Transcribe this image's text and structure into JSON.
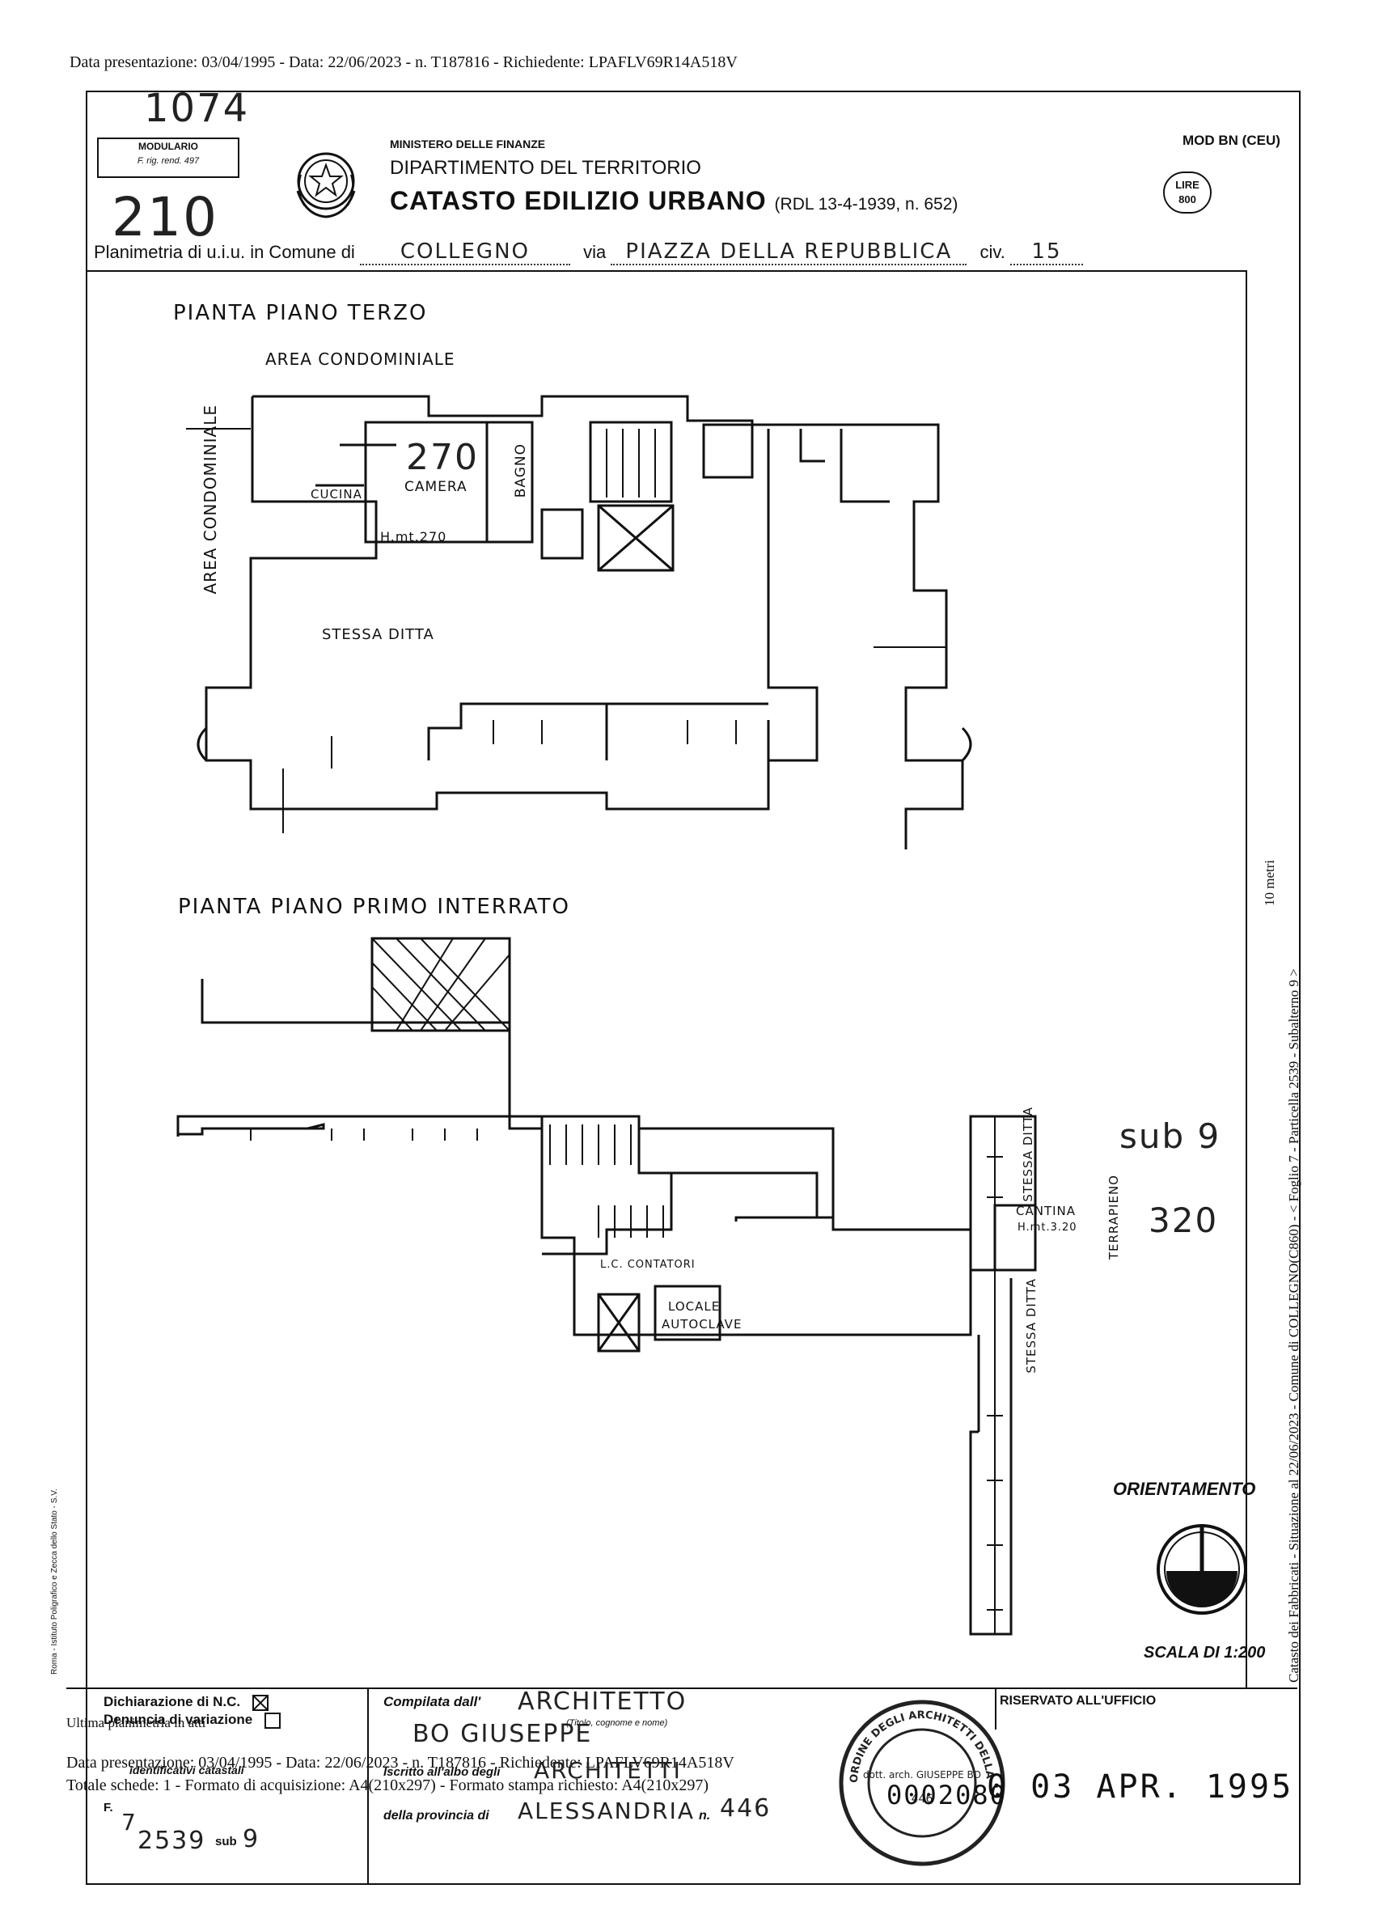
{
  "header": {
    "top_line": "Data presentazione: 03/04/1995 - Data: 22/06/2023 - n. T187816 - Richiedente: LPAFLV69R14A518V",
    "handwritten_number_top": "1074",
    "handwritten_number": "210",
    "modulario": "MODULARIO",
    "modulario_sub": "F. rig. rend. 497",
    "ministero": "MINISTERO DELLE FINANZE",
    "dipartimento": "DIPARTIMENTO DEL TERRITORIO",
    "catasto": "CATASTO EDILIZIO URBANO",
    "catasto_ref": "(RDL 13-4-1939, n. 652)",
    "mod": "MOD BN (CEU)",
    "lire_label": "LIRE",
    "lire_value": "800"
  },
  "planimetria": {
    "prefix": "Planimetria di u.i.u. in Comune di",
    "comune": "COLLEGNO",
    "via_label": "via",
    "via": "PIAZZA DELLA REPUBBLICA",
    "civ_label": "civ.",
    "civ": "15"
  },
  "plan_terzo": {
    "title": "PIANTA PIANO TERZO",
    "area_top": "AREA CONDOMINIALE",
    "area_left": "AREA CONDOMINIALE",
    "height_note": "270",
    "rooms": [
      "CUCINA",
      "CAMERA",
      "BAGNO"
    ],
    "height_label": "H.mt.270",
    "stessa": "STESSA DITTA"
  },
  "plan_interrato": {
    "title": "PIANTA PIANO PRIMO INTERRATO",
    "sub_note": "sub 9",
    "sub_height": "320",
    "stessa_1": "STESSA DITTA",
    "stessa_2": "STESSA DITTA",
    "cantina": "CANTINA",
    "cantina_h": "H.mt.3.20",
    "terrapieno": "TERRAPIENO",
    "contatori": "L.C. CONTATORI",
    "autoclave_1": "LOCALE",
    "autoclave_2": "AUTOCLAVE"
  },
  "orientamento": "ORIENTAMENTO",
  "scala": "SCALA DI 1:200",
  "right_margin": "Catasto dei Fabbricati - Situazione al 22/06/2023 - Comune di COLLEGNO(C860) - < Foglio 7 - Particella 2539 - Subalterno 9 >",
  "right_margin_2": "10 metri",
  "footer": {
    "dichiarazione": "Dichiarazione di N.C.",
    "denuncia": "Denuncia di variazione",
    "ultima": "Ultima planimetria in atti",
    "compilata": "Compilata dall'",
    "compilata_title": "ARCHITETTO",
    "compilata_name": "BO GIUSEPPE",
    "titolo_hint": "(Titolo, cognome e nome)",
    "iscritto": "Iscritto all'albo degli",
    "iscritto_value": "ARCHITETTI",
    "provincia": "della provincia di",
    "provincia_value": "ALESSANDRIA",
    "n_label": "n.",
    "n_value": "446",
    "riservato": "RISERVATO ALL'UFFICIO",
    "presentazione_line": "Data presentazione: 03/04/1995 - Data: 22/06/2023 - n. T187816 - Richiedente: LPAFLV69R14A518V",
    "acquisizione_line": "Totale schede: 1 - Formato di acquisizione: A4(210x297) - Formato stampa richiesto: A4(210x297)",
    "identificativi": "identificativi catastali",
    "foglio_label": "F.",
    "foglio": "7",
    "particella": "2539",
    "sub_label": "sub",
    "sub": "9",
    "stamp_date": "0 03 APR. 1995",
    "stamp_code": "0002080",
    "seal_text": "ORDINE DEGLI ARCHITETTI DELLA PROVINCIA DI ALESSANDRIA",
    "seal_name": "dott. arch. GIUSEPPE BO",
    "seal_n": "446"
  },
  "left_vertical": "Roma - Istituto Poligrafico e Zecca dello Stato - S.V."
}
